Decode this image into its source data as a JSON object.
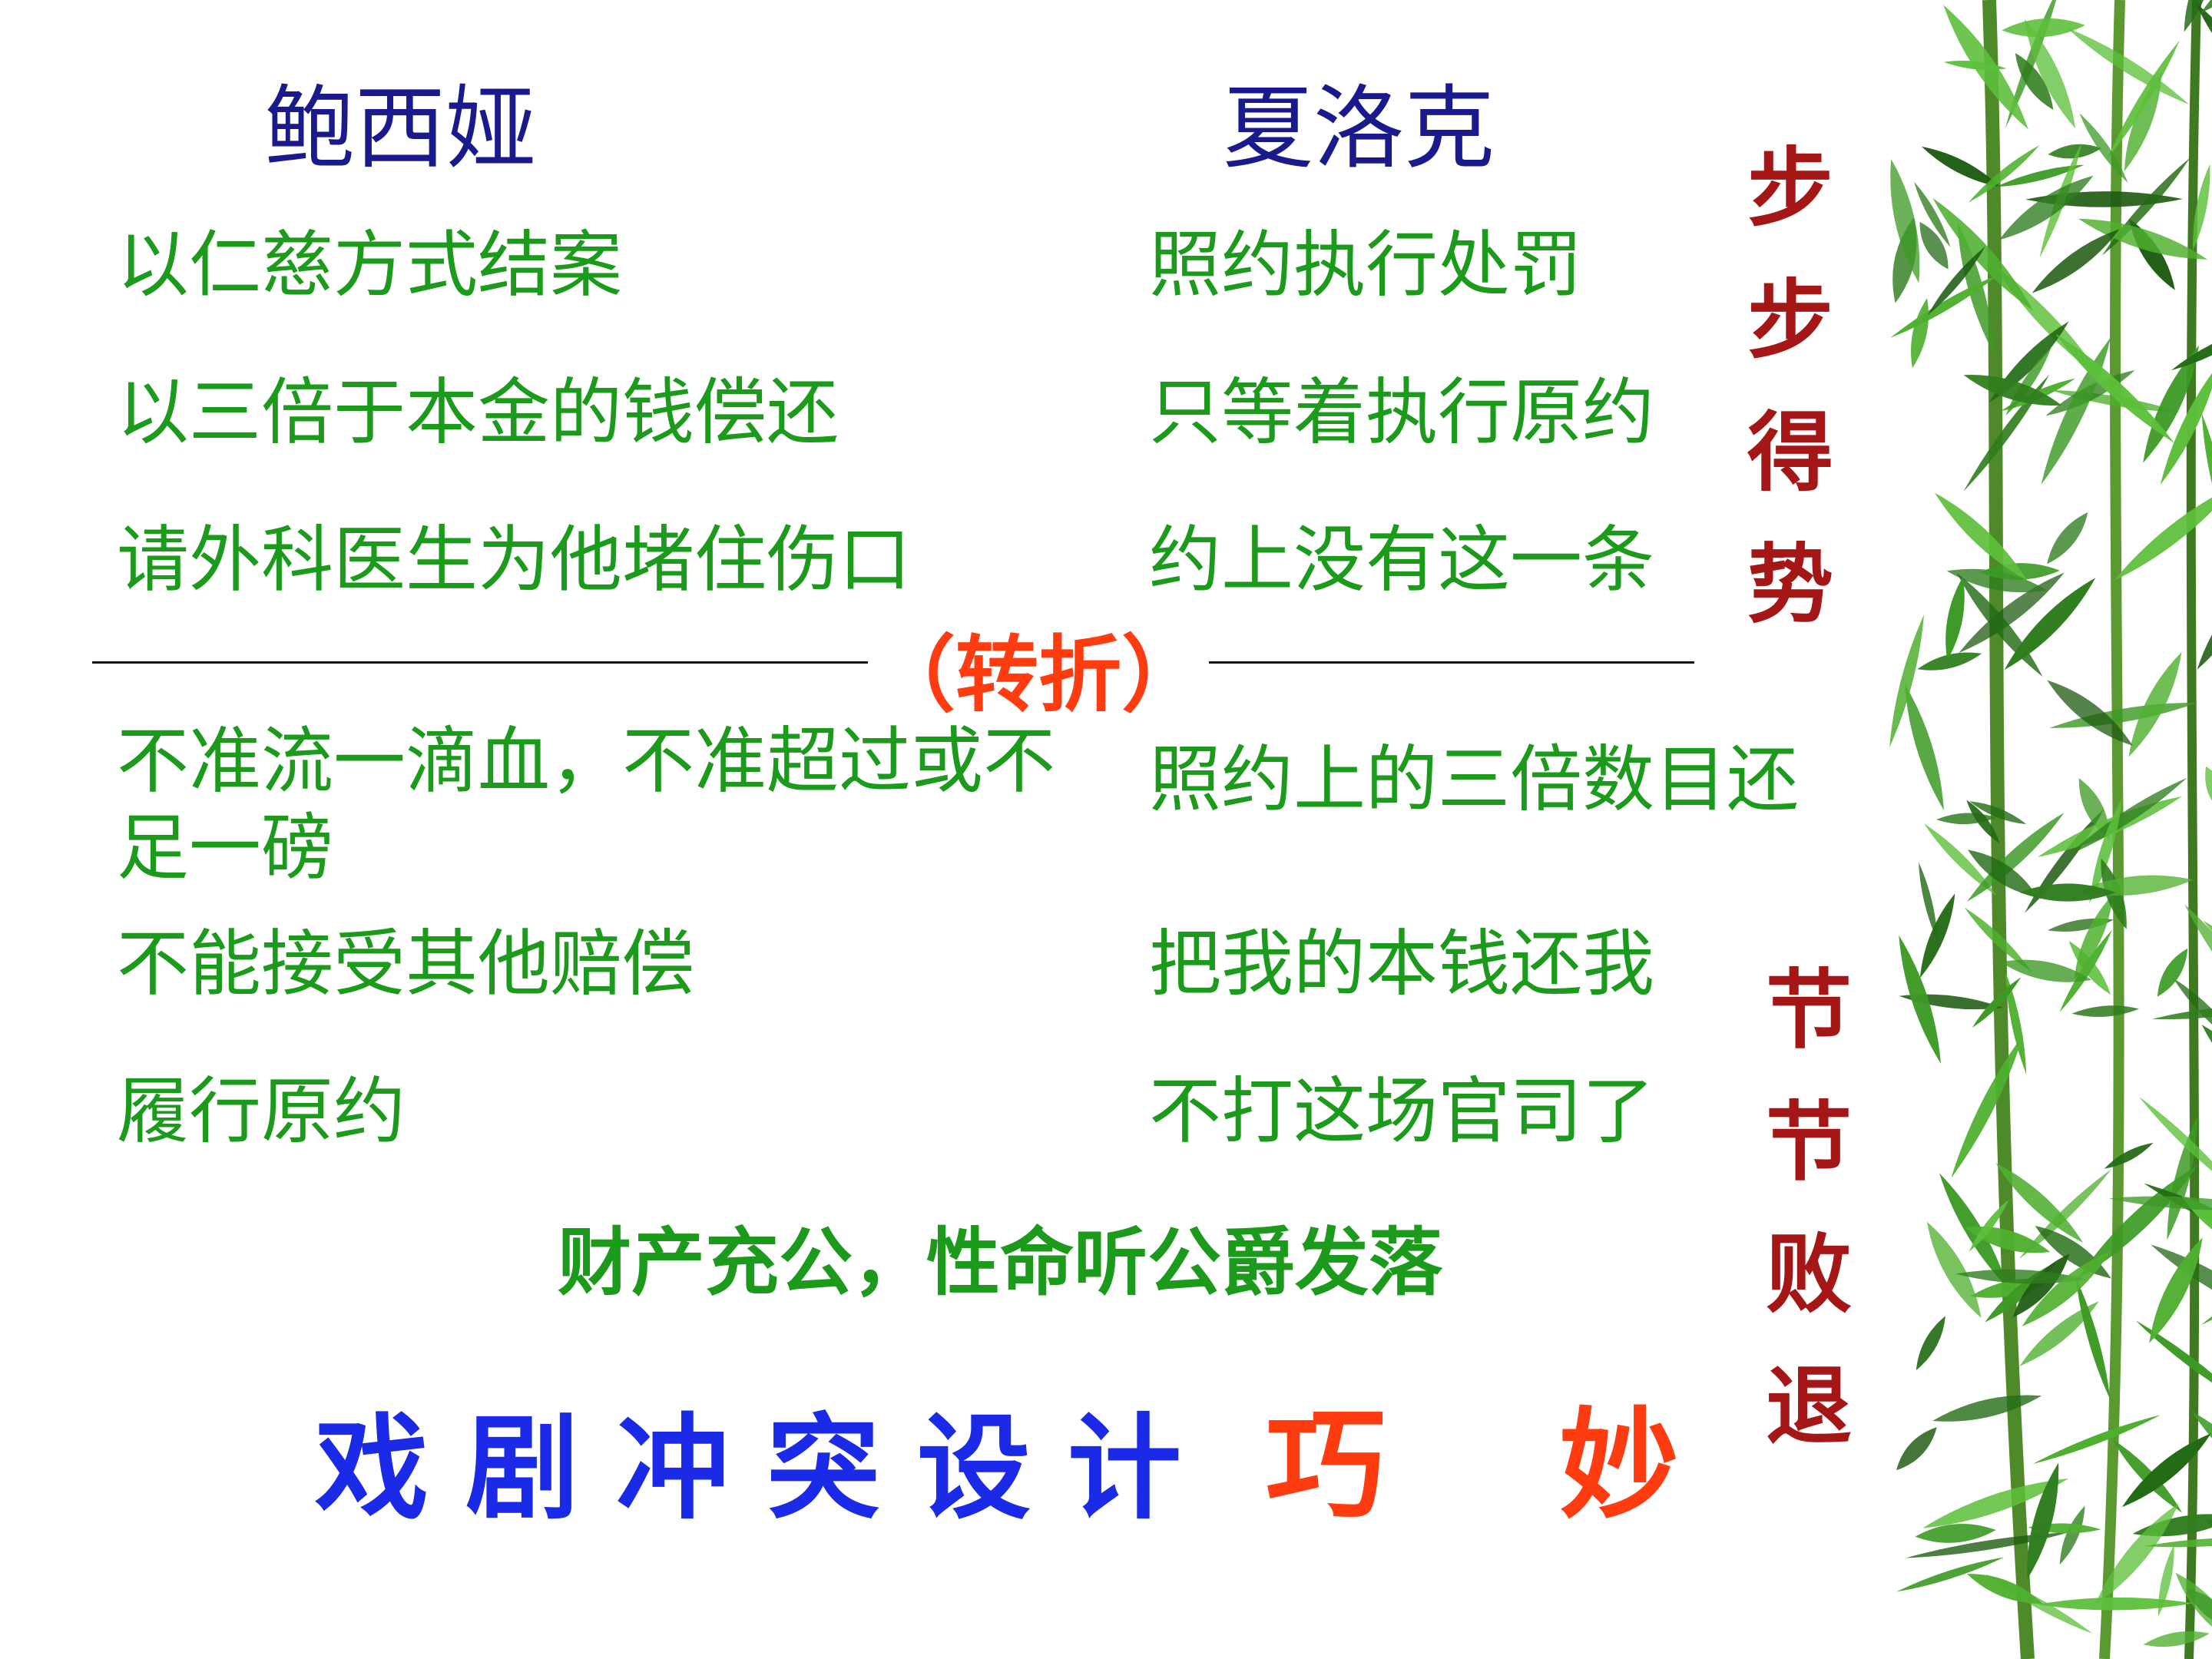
{
  "headings": {
    "left": "鲍西娅",
    "right": "夏洛克"
  },
  "before_turn": {
    "left": [
      "以仁慈方式结案",
      "以三倍于本金的钱偿还",
      "请外科医生为他堵住伤口"
    ],
    "right": [
      "照约执行处罚",
      "只等着执行原约",
      "约上没有这一条"
    ]
  },
  "turn_label": "（转折）",
  "after_turn": {
    "left": [
      "不准流一滴血，不准超过或不足一磅",
      "不能接受其他赔偿",
      "履行原约"
    ],
    "right": [
      "照约上的三倍数目还",
      "把我的本钱还我",
      "不打这场官司了"
    ]
  },
  "conclusion": "财产充公，性命听公爵发落",
  "motto": {
    "prefix": "戏剧冲突设计",
    "accent_1": "巧",
    "accent_2": "妙"
  },
  "side_top": [
    "步",
    "步",
    "得",
    "势"
  ],
  "side_bottom": [
    "节",
    "节",
    "败",
    "退"
  ],
  "colors": {
    "heading": "#1a1a8c",
    "item_text": "#1b9a1b",
    "turn": "#ff3b10",
    "motto": "#1a2ae6",
    "accent": "#ff3b10",
    "side_text": "#a51616"
  },
  "decoration": "bamboo-leaves-image"
}
